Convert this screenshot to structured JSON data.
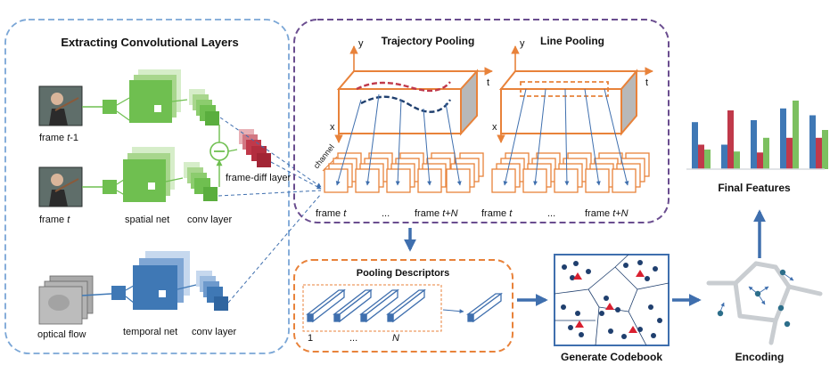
{
  "sections": {
    "extracting": "Extracting Convolutional Layers",
    "trajectory": "Trajectory Pooling",
    "line": "Line Pooling",
    "pooling_descriptors": "Pooling Descriptors",
    "codebook": "Generate Codebook",
    "encoding": "Encoding",
    "final": "Final Features"
  },
  "labels": {
    "frame_prev_a": "frame ",
    "frame_prev_b": "t",
    "frame_prev_c": "-1",
    "frame_cur_a": "frame ",
    "frame_cur_b": "t",
    "optical_flow": "optical flow",
    "spatial_net": "spatial net",
    "temporal_net": "temporal net",
    "conv_layer_1": "conv layer",
    "conv_layer_2": "conv layer",
    "frame_diff": "frame-diff layer",
    "channel": "channel",
    "axis_y": "y",
    "axis_x": "x",
    "axis_t": "t",
    "frame_t_a": "frame ",
    "frame_t_b": "t",
    "ellipsis": "...",
    "frame_tn_a": "frame ",
    "frame_tn_b": "t+N",
    "desc_1": "1",
    "desc_dots": "...",
    "desc_n": "N"
  },
  "colors": {
    "green": "#6fbf50",
    "blue": "#3f78b5",
    "orange": "#e8823a",
    "red": "#c0394a",
    "navy": "#1f3f6e",
    "purple": "#6a4d8f",
    "lightblue": "#7aa6d6"
  },
  "chart_data": {
    "type": "bar",
    "title": "Final Features",
    "groups": [
      [
        0.48,
        0.25,
        0.2
      ],
      [
        0.25,
        0.6,
        0.18
      ],
      [
        0.5,
        0.17,
        0.32
      ],
      [
        0.62,
        0.32,
        0.7
      ],
      [
        0.55,
        0.32,
        0.4
      ]
    ],
    "series_colors": [
      "#3f78b5",
      "#c0394a",
      "#7cc060"
    ]
  }
}
